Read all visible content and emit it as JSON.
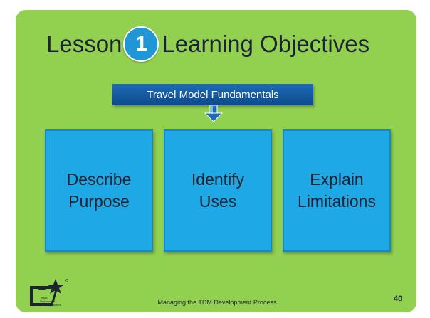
{
  "title": {
    "part1": "Lesson",
    "badge": "1",
    "part2": "Learning Objectives"
  },
  "subject": "Travel Model Fundamentals",
  "objectives": [
    {
      "line1": "Describe",
      "line2": "Purpose"
    },
    {
      "line1": "Identify",
      "line2": "Uses"
    },
    {
      "line1": "Explain",
      "line2": "Limitations"
    }
  ],
  "footer": {
    "text": "Managing the TDM Development Process",
    "page_number": "40"
  },
  "logo": {
    "org_line1": "Texas",
    "org_line2": "Department",
    "org_line3": "of Transportation"
  },
  "colors": {
    "panel": "#92d050",
    "box": "#1ea8e6",
    "subject_box": "#0d4a8a",
    "badge": "#1f97d6"
  }
}
